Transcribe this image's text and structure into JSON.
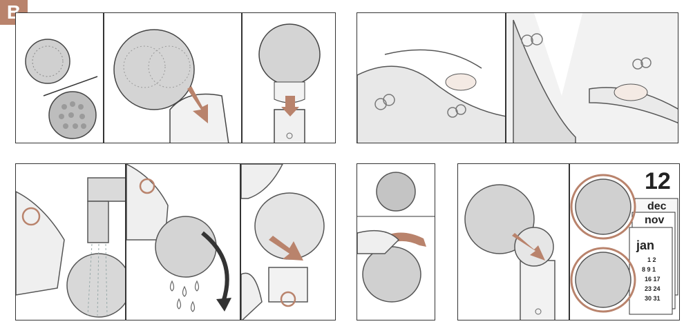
{
  "section_label": "B",
  "calendar": {
    "day_number": "12",
    "month_dec": "dec",
    "month_nov": "nov",
    "month_jan": "jan",
    "days_row1": "1 2",
    "days_row2": "8 9 1",
    "days_row3": "16 17",
    "days_row4": "23 24",
    "days_row5": "30 31"
  },
  "colors": {
    "accent": "#b9836c",
    "skin": "#eeeeee",
    "brush": "#cfcfcf",
    "line": "#333333"
  }
}
